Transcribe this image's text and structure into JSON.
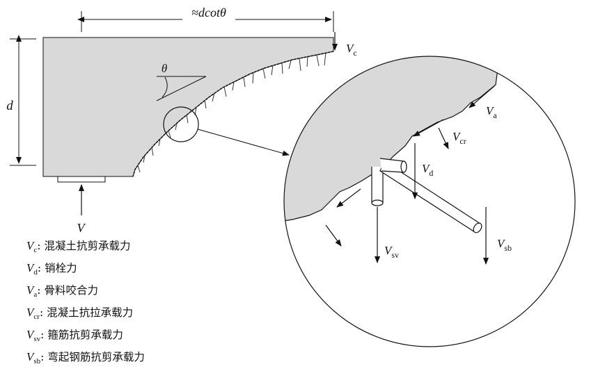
{
  "diagram": {
    "top_dimension": "≈dcotθ",
    "left_dimension": "d",
    "angle_symbol": "θ",
    "support_force": "V",
    "beam_force": {
      "sym": "V",
      "sub": "c"
    },
    "detail_forces": {
      "aggregate": {
        "sym": "V",
        "sub": "a"
      },
      "crack_tension": {
        "sym": "V",
        "sub": "cr"
      },
      "dowel": {
        "sym": "V",
        "sub": "d"
      },
      "stirrup": {
        "sym": "V",
        "sub": "sv"
      },
      "bent_bar": {
        "sym": "V",
        "sub": "sb"
      }
    }
  },
  "legend": [
    {
      "sym": "V",
      "sub": "c",
      "sep": ":",
      "text": "混凝土抗剪承载力"
    },
    {
      "sym": "V",
      "sub": "d",
      "sep": ":",
      "text": "销栓力"
    },
    {
      "sym": "V",
      "sub": "a",
      "sep": ":",
      "text": "骨料咬合力"
    },
    {
      "sym": "V",
      "sub": "cr",
      "sep": ":",
      "text": "混凝土抗拉承载力"
    },
    {
      "sym": "V",
      "sub": "sv",
      "sep": ":",
      "text": "箍筋抗剪承载力"
    },
    {
      "sym": "V",
      "sub": "sb",
      "sep": ":",
      "text": "弯起钢筋抗剪承载力"
    }
  ],
  "colors": {
    "concrete": "#d9d9d9",
    "line": "#111111",
    "background": "#ffffff"
  }
}
